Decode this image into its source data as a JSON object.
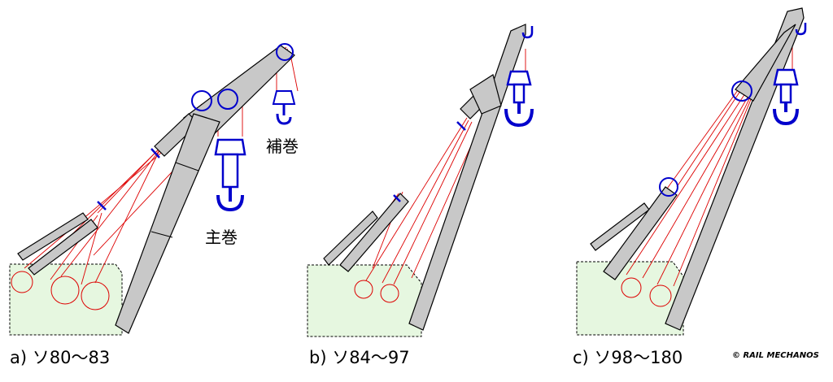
{
  "panels": [
    {
      "caption": "a) ソ80～83",
      "labels": {
        "main_hook": "主巻",
        "aux_hook": "補巻"
      }
    },
    {
      "caption": "b) ソ84～97"
    },
    {
      "caption": "c) ソ98～180"
    }
  ],
  "credit": "© RAIL MECHANOS",
  "colors": {
    "body_fill": "#e6f7e0",
    "boom_fill": "#c8c8c8",
    "hook": "#0000cc",
    "rope": "#dd0000",
    "outline": "#000000"
  },
  "icons": [
    "crane-boom",
    "pulley-sheave",
    "hook-block",
    "winch-drum"
  ]
}
